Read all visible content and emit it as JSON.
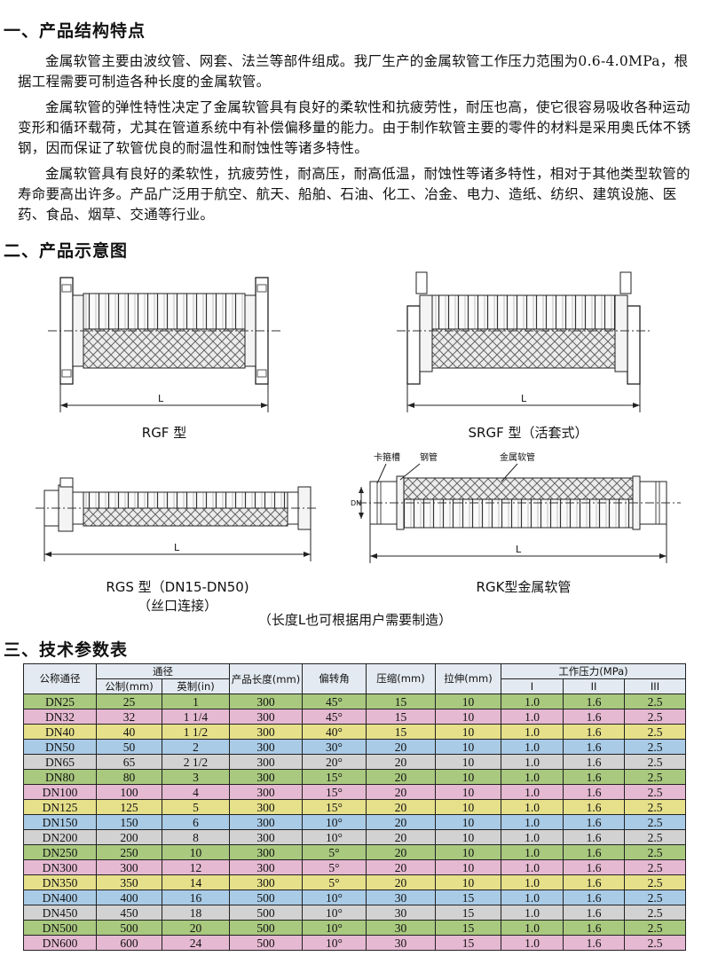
{
  "sections": {
    "s1_title": "一、产品结构特点",
    "s2_title": "二、产品示意图",
    "s3_title": "三、技术参数表"
  },
  "paragraphs": [
    "金属软管主要由波纹管、网套、法兰等部件组成。我厂生产的金属软管工作压力范围为0.6-4.0MPa，根据工程需要可制造各种长度的金属软管。",
    "金属软管的弹性特性决定了金属软管具有良好的柔软性和抗疲劳性，耐压也高，使它很容易吸收各种运动变形和循环载荷，尤其在管道系统中有补偿偏移量的能力。由于制作软管主要的零件的材料是采用奥氏体不锈钢，因而保证了软管优良的耐温性和耐蚀性等诸多特性。",
    "金属软管具有良好的柔软性，抗疲劳性，耐高压，耐高低温，耐蚀性等诸多特性，相对于其他类型软管的寿命要高出许多。产品广泛用于航空、航天、船舶、石油、化工、冶金、电力、造纸、纺织、建筑设施、医药、食品、烟草、交通等行业。"
  ],
  "figures": {
    "dim_label": "L",
    "rgf_caption": "RGF 型",
    "srgf_caption": "SRGF 型（活套式）",
    "rgs_caption_1": "RGS 型（DN15-DN50)",
    "rgs_caption_2": "（丝口连接）",
    "rgk_caption": "RGK型金属软管",
    "rgk_label_groove": "卡箍槽",
    "rgk_label_pipe": "钢管",
    "rgk_label_hose": "金属软管",
    "rgk_label_dn": "DN",
    "note": "（长度L也可根据用户需要制造）"
  },
  "table": {
    "headers": {
      "nominal": "公称通径",
      "bore": "通径",
      "metric": "公制(mm)",
      "imperial": "英制(in)",
      "length": "产品长度(mm)",
      "deflection": "偏转角",
      "compression": "压缩(mm)",
      "extension": "拉伸(mm)",
      "pressure": "工作压力(MPa)",
      "p1": "I",
      "p2": "II",
      "p3": "III"
    },
    "row_colors": {
      "green": "#a9c97f",
      "pink": "#e6b9d2",
      "yellow": "#e6e08a",
      "blue": "#a9cbe6",
      "gray": "#d2d2d2"
    },
    "rows": [
      {
        "dn": "DN25",
        "metric": "25",
        "imperial": "1",
        "length": "300",
        "angle": "45°",
        "comp": "15",
        "ext": "10",
        "p1": "1.0",
        "p2": "1.6",
        "p3": "2.5",
        "color": "green"
      },
      {
        "dn": "DN32",
        "metric": "32",
        "imperial": "1 1/4",
        "length": "300",
        "angle": "45°",
        "comp": "15",
        "ext": "10",
        "p1": "1.0",
        "p2": "1.6",
        "p3": "2.5",
        "color": "pink"
      },
      {
        "dn": "DN40",
        "metric": "40",
        "imperial": "1 1/2",
        "length": "300",
        "angle": "40°",
        "comp": "15",
        "ext": "10",
        "p1": "1.0",
        "p2": "1.6",
        "p3": "2.5",
        "color": "yellow"
      },
      {
        "dn": "DN50",
        "metric": "50",
        "imperial": "2",
        "length": "300",
        "angle": "30°",
        "comp": "20",
        "ext": "10",
        "p1": "1.0",
        "p2": "1.6",
        "p3": "2.5",
        "color": "blue"
      },
      {
        "dn": "DN65",
        "metric": "65",
        "imperial": "2 1/2",
        "length": "300",
        "angle": "20°",
        "comp": "20",
        "ext": "10",
        "p1": "1.0",
        "p2": "1.6",
        "p3": "2.5",
        "color": "gray"
      },
      {
        "dn": "DN80",
        "metric": "80",
        "imperial": "3",
        "length": "300",
        "angle": "15°",
        "comp": "20",
        "ext": "10",
        "p1": "1.0",
        "p2": "1.6",
        "p3": "2.5",
        "color": "green"
      },
      {
        "dn": "DN100",
        "metric": "100",
        "imperial": "4",
        "length": "300",
        "angle": "15°",
        "comp": "20",
        "ext": "10",
        "p1": "1.0",
        "p2": "1.6",
        "p3": "2.5",
        "color": "pink"
      },
      {
        "dn": "DN125",
        "metric": "125",
        "imperial": "5",
        "length": "300",
        "angle": "15°",
        "comp": "20",
        "ext": "10",
        "p1": "1.0",
        "p2": "1.6",
        "p3": "2.5",
        "color": "yellow"
      },
      {
        "dn": "DN150",
        "metric": "150",
        "imperial": "6",
        "length": "300",
        "angle": "10°",
        "comp": "20",
        "ext": "10",
        "p1": "1.0",
        "p2": "1.6",
        "p3": "2.5",
        "color": "blue"
      },
      {
        "dn": "DN200",
        "metric": "200",
        "imperial": "8",
        "length": "300",
        "angle": "10°",
        "comp": "20",
        "ext": "10",
        "p1": "1.0",
        "p2": "1.6",
        "p3": "2.5",
        "color": "gray"
      },
      {
        "dn": "DN250",
        "metric": "250",
        "imperial": "10",
        "length": "300",
        "angle": "5°",
        "comp": "20",
        "ext": "10",
        "p1": "1.0",
        "p2": "1.6",
        "p3": "2.5",
        "color": "green"
      },
      {
        "dn": "DN300",
        "metric": "300",
        "imperial": "12",
        "length": "300",
        "angle": "5°",
        "comp": "20",
        "ext": "10",
        "p1": "1.0",
        "p2": "1.6",
        "p3": "2.5",
        "color": "pink"
      },
      {
        "dn": "DN350",
        "metric": "350",
        "imperial": "14",
        "length": "300",
        "angle": "5°",
        "comp": "20",
        "ext": "10",
        "p1": "1.0",
        "p2": "1.6",
        "p3": "2.5",
        "color": "yellow"
      },
      {
        "dn": "DN400",
        "metric": "400",
        "imperial": "16",
        "length": "500",
        "angle": "10°",
        "comp": "30",
        "ext": "15",
        "p1": "1.0",
        "p2": "1.6",
        "p3": "2.5",
        "color": "blue"
      },
      {
        "dn": "DN450",
        "metric": "450",
        "imperial": "18",
        "length": "500",
        "angle": "10°",
        "comp": "30",
        "ext": "15",
        "p1": "1.0",
        "p2": "1.6",
        "p3": "2.5",
        "color": "gray"
      },
      {
        "dn": "DN500",
        "metric": "500",
        "imperial": "20",
        "length": "500",
        "angle": "10°",
        "comp": "30",
        "ext": "15",
        "p1": "1.0",
        "p2": "1.6",
        "p3": "2.5",
        "color": "green"
      },
      {
        "dn": "DN600",
        "metric": "600",
        "imperial": "24",
        "length": "500",
        "angle": "10°",
        "comp": "30",
        "ext": "15",
        "p1": "1.0",
        "p2": "1.6",
        "p3": "2.5",
        "color": "pink"
      }
    ]
  }
}
